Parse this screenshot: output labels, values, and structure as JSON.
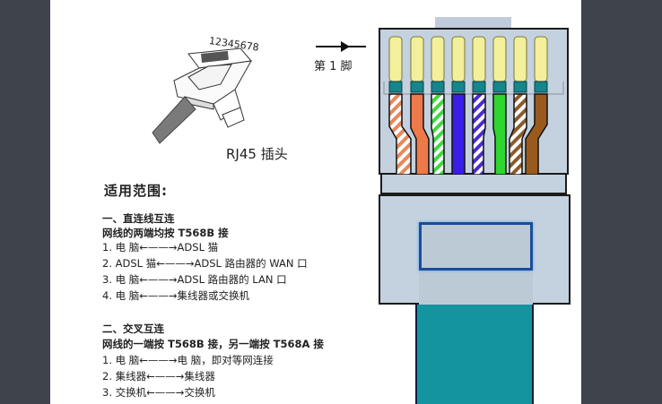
{
  "diagram": {
    "plug_label": "RJ45 插头",
    "pin_numbers": "12345678",
    "pin1_label": "第 1 脚",
    "scope_title": "适用范围:",
    "section1": {
      "title": "一、直连线互连",
      "subtitle": "网线的两端均按 T568B 接",
      "items": [
        "1. 电   脑←——→ADSL 猫",
        "2. ADSL 猫←——→ADSL 路由器的 WAN 口",
        "3. 电   脑←——→ADSL 路由器的 LAN 口",
        "4. 电   脑←——→集线器或交换机"
      ]
    },
    "section2": {
      "title": "二、交叉互连",
      "subtitle": "网线的一端按 T568B 接，另一端按 T568A 接",
      "items": [
        "1. 电   脑←——→电   脑，即对等网连接",
        "2. 集线器←——→集线器",
        "3. 交换机←——→交换机"
      ]
    },
    "wires": [
      {
        "pin": 1,
        "name": "white-orange",
        "base": "#ffffff",
        "stripe": "#e8875a"
      },
      {
        "pin": 2,
        "name": "orange",
        "base": "#ee7a4a",
        "stripe": null
      },
      {
        "pin": 3,
        "name": "white-green",
        "base": "#ffffff",
        "stripe": "#3ed83e"
      },
      {
        "pin": 4,
        "name": "blue",
        "base": "#3a1ee8",
        "stripe": null
      },
      {
        "pin": 5,
        "name": "white-blue",
        "base": "#ffffff",
        "stripe": "#4a2ad0"
      },
      {
        "pin": 6,
        "name": "green",
        "base": "#2fd62f",
        "stripe": null
      },
      {
        "pin": 7,
        "name": "white-brown",
        "base": "#ffffff",
        "stripe": "#8a5a2a"
      },
      {
        "pin": 8,
        "name": "brown",
        "base": "#9a5a1e",
        "stripe": null
      }
    ],
    "colors": {
      "background_dark": "#3f434b",
      "connector_body": "#c4d1de",
      "contact_yellow": "#f3ef9a",
      "contact_teal": "#14868c",
      "cable_teal": "#14949e",
      "window_border": "#1a4e98"
    }
  }
}
